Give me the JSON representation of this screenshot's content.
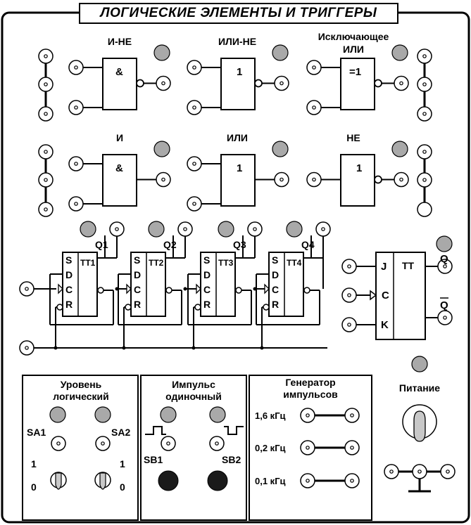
{
  "title": "ЛОГИЧЕСКИЕ ЭЛЕМЕНТЫ И ТРИГГЕРЫ",
  "gates": {
    "nand": {
      "label": "И-НЕ",
      "symbol": "&"
    },
    "nor": {
      "label": "ИЛИ-НЕ",
      "symbol": "1"
    },
    "xor": {
      "label_line1": "Исключающее",
      "label_line2": "ИЛИ",
      "symbol": "=1"
    },
    "and": {
      "label": "И",
      "symbol": "&"
    },
    "or": {
      "label": "ИЛИ",
      "symbol": "1"
    },
    "not": {
      "label": "НЕ",
      "symbol": "1"
    }
  },
  "triggers": {
    "d_triggers": [
      {
        "name": "TT1",
        "output": "Q1"
      },
      {
        "name": "TT2",
        "output": "Q2"
      },
      {
        "name": "TT3",
        "output": "Q3"
      },
      {
        "name": "TT4",
        "output": "Q4"
      }
    ],
    "pins": {
      "s": "S",
      "d": "D",
      "c": "C",
      "r": "R"
    },
    "jk": {
      "name": "TT",
      "j": "J",
      "c": "C",
      "k": "K",
      "q": "Q",
      "q_inv": "Q"
    }
  },
  "logic_level": {
    "title_line1": "Уровень",
    "title_line2": "логический",
    "switches": [
      "SA1",
      "SA2"
    ],
    "level_high": "1",
    "level_low": "0"
  },
  "single_pulse": {
    "title_line1": "Импульс",
    "title_line2": "одиночный",
    "buttons": [
      "SB1",
      "SB2"
    ]
  },
  "generator": {
    "title_line1": "Генератор",
    "title_line2": "импульсов",
    "frequencies": [
      "1,6 кГц",
      "0,2 кГц",
      "0,1 кГц"
    ]
  },
  "power": {
    "label": "Питание"
  },
  "colors": {
    "lamp": "#a9a9a9",
    "button": "#1a1a1a",
    "line": "#000000",
    "background": "#ffffff"
  }
}
